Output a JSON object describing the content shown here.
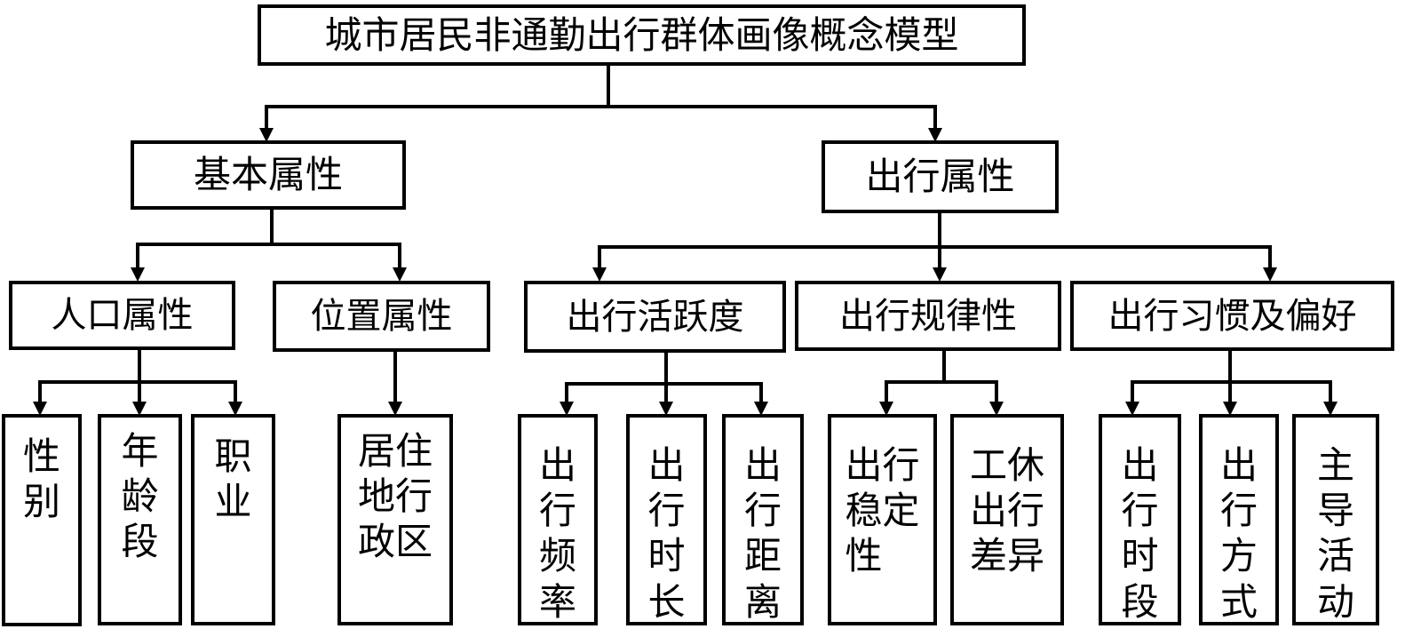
{
  "root": "城市居民非通勤出行群体画像概念模型",
  "level1": {
    "basic": "基本属性",
    "travel": "出行属性"
  },
  "level2": {
    "population": "人口属性",
    "location": "位置属性",
    "activity": "出行活跃度",
    "regularity": "出行规律性",
    "habit": "出行习惯及偏好"
  },
  "leaves": {
    "gender": "性\n别",
    "age": "年\n龄\n段",
    "job": "职\n业",
    "residence": "居住\n地行\n政区",
    "frequency": "出\n行\n频\n率",
    "duration": "出\n行\n时\n长",
    "distance": "出\n行\n距\n离",
    "stability": "出行\n稳定\n性",
    "workday_diff": "工休\n出行\n差异",
    "time_period": "出\n行\n时\n段",
    "mode": "出\n行\n方\n式",
    "main_activity": "主\n导\n活\n动"
  }
}
